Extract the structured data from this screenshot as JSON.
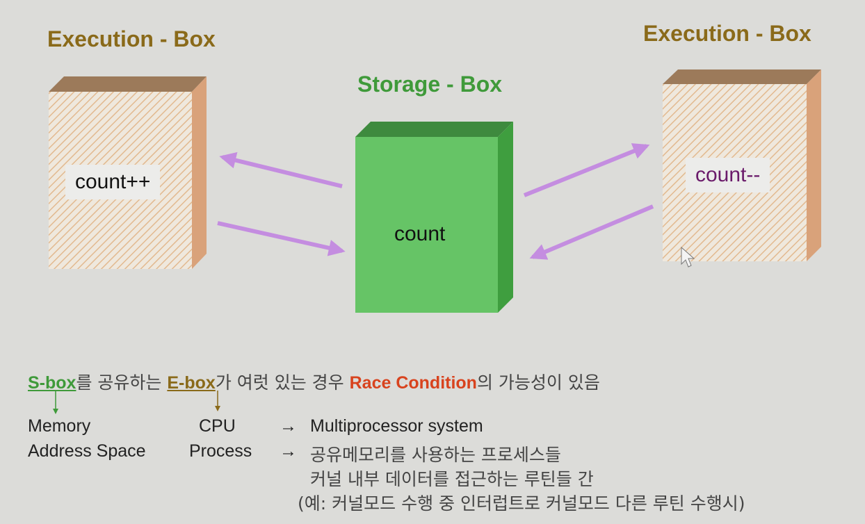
{
  "titles": {
    "exec_left": "Execution - Box",
    "storage": "Storage - Box",
    "exec_right": "Execution - Box"
  },
  "boxes": {
    "left_label": "count++",
    "center_label": "count",
    "right_label": "count--"
  },
  "colors": {
    "execution_title": "#8a6a1a",
    "storage_title": "#3f9a3a",
    "storage_box": "#66c466",
    "arrow": "#c48de0",
    "race": "#d8431e",
    "right_label": "#6a1a6a"
  },
  "legend": {
    "sbox": "S-box",
    "text1": "를 공유하는 ",
    "ebox": "E-box",
    "text2": "가 여럿 있는 경우 ",
    "race": "Race Condition",
    "text3": "의 가능성이 있음",
    "memory": "Memory",
    "address_space": "Address Space",
    "cpu": "CPU",
    "process": "Process",
    "arrow_glyph": "→",
    "multiprocessor": "Multiprocessor system",
    "shared_memory": "공유메모리를 사용하는 프로세스들",
    "kernel_routines": "커널 내부 데이터를 접근하는 루틴들 간",
    "example": "(예: 커널모드 수행 중 인터럽트로 커널모드 다른 루틴 수행시)"
  }
}
